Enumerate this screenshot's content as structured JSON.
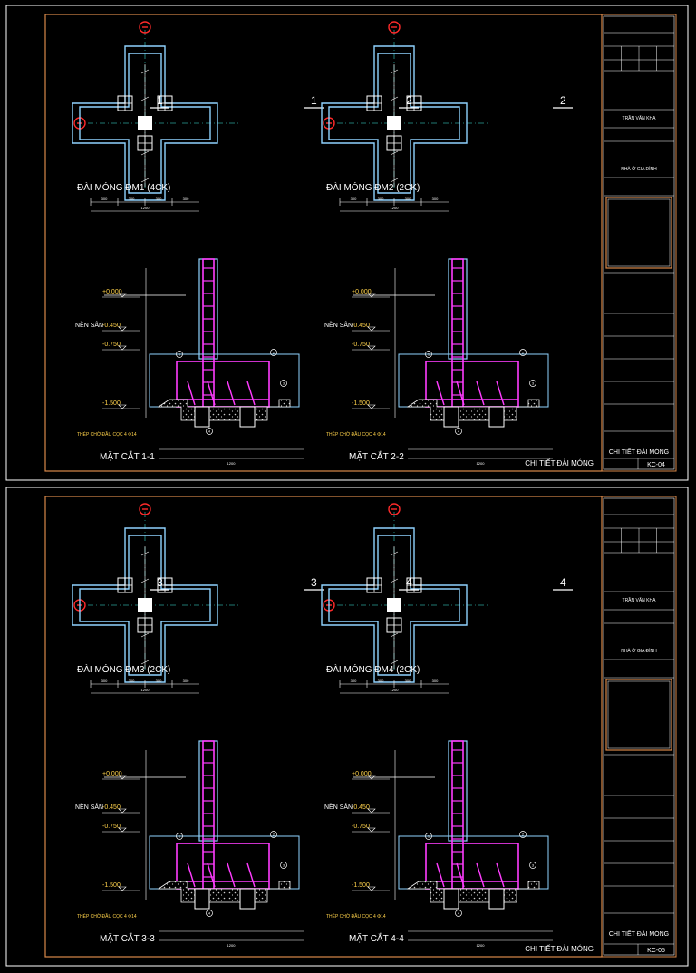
{
  "sheets": [
    {
      "plans": [
        {
          "title": "ĐÀI MÓNG ĐM1 (4CK)",
          "section_mark": "1",
          "caps": 4,
          "total_dim": "1200",
          "dims": [
            "300",
            "300",
            "300",
            "300"
          ]
        },
        {
          "title": "ĐÀI MÓNG ĐM2 (2CK)",
          "section_mark": "2",
          "caps": 3,
          "total_dim": "1200",
          "dims": [
            "300",
            "300",
            "300",
            "300"
          ]
        }
      ],
      "sections": [
        {
          "title": "MẶT CẮT 1-1",
          "note": "THÉP CHỜ ĐẦU CỌC 4 Φ14",
          "levels": [
            "+0.000",
            "-0.450",
            "-0.750",
            "-1.500"
          ],
          "nen_san": "NỀN SÂN",
          "total_dim": "1200"
        },
        {
          "title": "MẶT CẮT 2-2",
          "note": "THÉP CHỜ ĐẦU CỌC 4 Φ14",
          "levels": [
            "+0.000",
            "-0.450",
            "-0.750",
            "-1.500"
          ],
          "nen_san": "NỀN SÂN",
          "total_dim": "1200"
        }
      ],
      "drawing_name": "CHI TIẾT ĐÀI MÓNG",
      "titleblock": {
        "designer": "TRẦN VĂN KHA",
        "project": "NHÀ Ở GIA ĐÌNH",
        "sheet_title": "CHI TIẾT ĐÀI MÓNG",
        "sheet_no": "KC-04"
      }
    },
    {
      "plans": [
        {
          "title": "ĐÀI MÓNG ĐM3 (2CK)",
          "section_mark": "3",
          "caps": 3,
          "total_dim": "1200",
          "dims": [
            "300",
            "300",
            "300",
            "300"
          ]
        },
        {
          "title": "ĐÀI MÓNG ĐM4 (2CK)",
          "section_mark": "4",
          "caps": 4,
          "total_dim": "1200",
          "dims": [
            "300",
            "300",
            "300",
            "300"
          ]
        }
      ],
      "sections": [
        {
          "title": "MẶT CẮT 3-3",
          "note": "THÉP CHỜ ĐẦU CỌC 4 Φ14",
          "levels": [
            "+0.000",
            "-0.450",
            "-0.750",
            "-1.500"
          ],
          "nen_san": "NỀN SÂN",
          "total_dim": "1200"
        },
        {
          "title": "MẶT CẮT 4-4",
          "note": "THÉP CHỜ ĐẦU CỌC 4 Φ14",
          "levels": [
            "+0.000",
            "-0.450",
            "-0.750",
            "-1.500"
          ],
          "nen_san": "NỀN SÂN",
          "total_dim": "1200"
        }
      ],
      "drawing_name": "CHI TIẾT ĐÀI MÓNG",
      "titleblock": {
        "designer": "TRẦN VĂN KHA",
        "project": "NHÀ Ở GIA ĐÌNH",
        "sheet_title": "CHI TIẾT ĐÀI MÓNG",
        "sheet_no": "KC-05"
      }
    }
  ],
  "colors": {
    "frame": "#d9894a",
    "column": "#8fd3ff",
    "rebar": "#ff3cff",
    "axis": "#2aa198",
    "bubble": "#ff2a2a",
    "text": "#ffffff",
    "note": "#ffd24a"
  }
}
